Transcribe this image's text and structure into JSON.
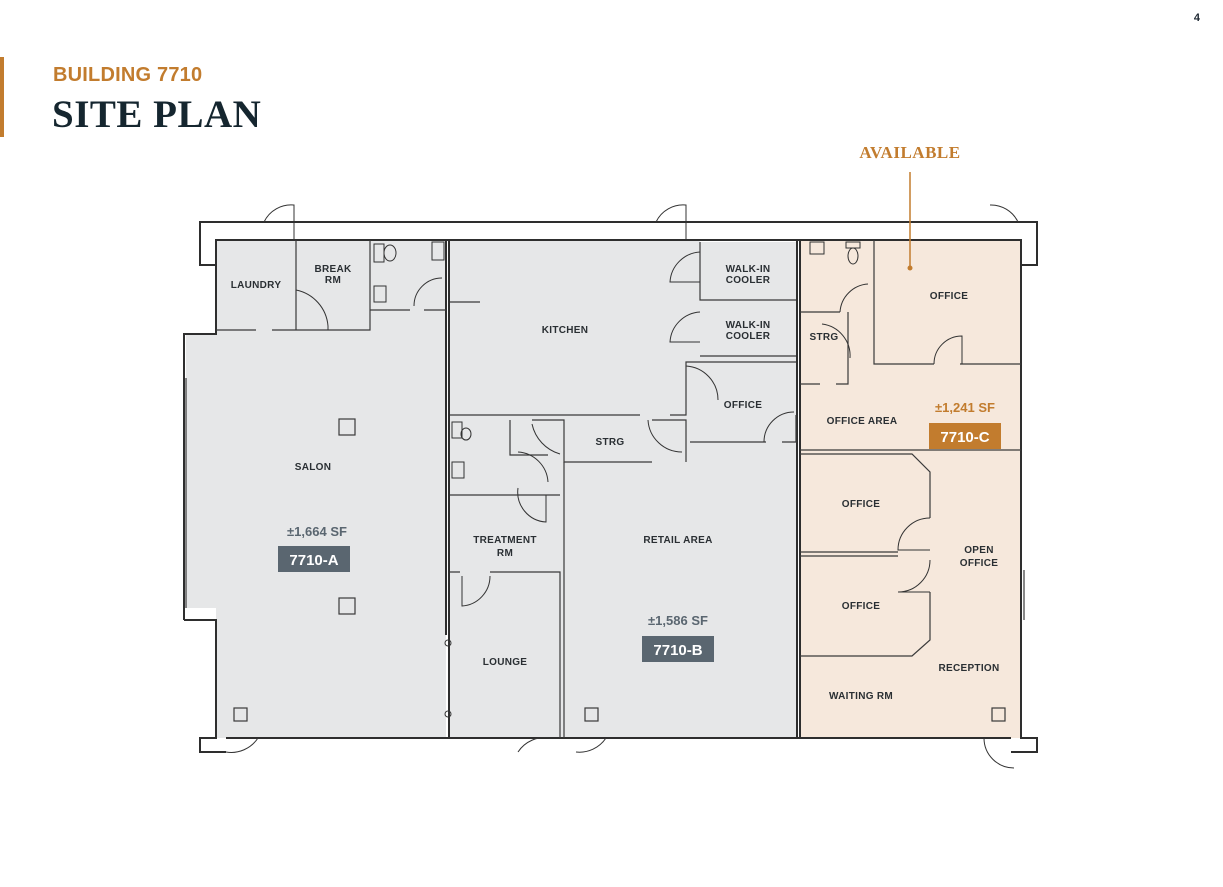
{
  "page_number": "4",
  "header": {
    "subtitle": "BUILDING 7710",
    "title": "SITE PLAN"
  },
  "available_label": "AVAILABLE",
  "colors": {
    "accent": "#c27c2e",
    "title": "#15262f",
    "unit_fill": "#e6e7e8",
    "available_fill": "#f6e8dc",
    "badge_dark": "#5a6670",
    "badge_available": "#c27c2e"
  },
  "units": {
    "a": {
      "sf": "±1,664 SF",
      "id": "7710-A"
    },
    "b": {
      "sf": "±1,586 SF",
      "id": "7710-B"
    },
    "c": {
      "sf": "±1,241 SF",
      "id": "7710-C"
    }
  },
  "rooms": {
    "laundry": "LAUNDRY",
    "break_rm_1": "BREAK",
    "break_rm_2": "RM",
    "salon": "SALON",
    "kitchen": "KITCHEN",
    "walk_in_1": "WALK-IN",
    "walk_in_2": "COOLER",
    "walk_in_b1": "WALK-IN",
    "walk_in_b2": "COOLER",
    "office_b": "OFFICE",
    "strg_b": "STRG",
    "treatment_1": "TREATMENT",
    "treatment_2": "RM",
    "lounge": "LOUNGE",
    "retail_area": "RETAIL AREA",
    "strg_c": "STRG",
    "office_c_top": "OFFICE",
    "office_area": "OFFICE AREA",
    "office_c_1": "OFFICE",
    "office_c_2": "OFFICE",
    "open_office_1": "OPEN",
    "open_office_2": "OFFICE",
    "reception": "RECEPTION",
    "waiting_rm": "WAITING RM"
  }
}
